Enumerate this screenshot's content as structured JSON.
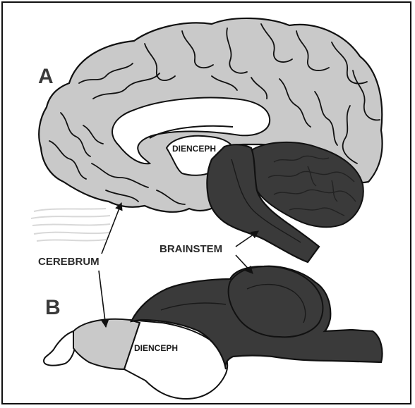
{
  "panels": {
    "a": "A",
    "b": "B"
  },
  "labels": {
    "cerebrum": "CEREBRUM",
    "brainstem": "BRAINSTEM",
    "diencephalon_a": "DIENCEPH",
    "diencephalon_b": "DIENCEPH"
  },
  "colors": {
    "cerebrum_fill": "#c9c9c9",
    "brainstem_fill": "#3a3a3a",
    "outline": "#111111",
    "background": "#ffffff"
  }
}
